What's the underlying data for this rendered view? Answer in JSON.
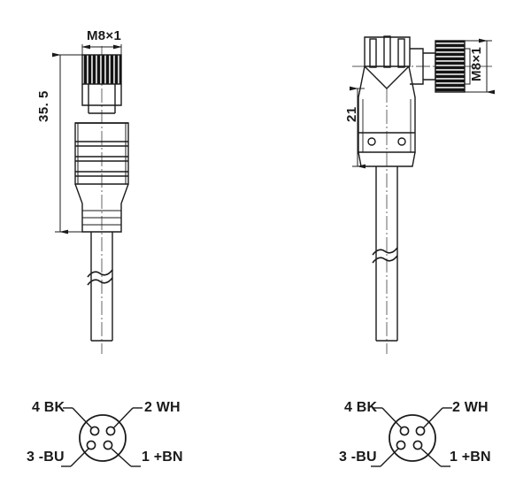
{
  "drawing": {
    "title": "M8 connector cable assembly technical drawing",
    "line_color": "#1a1a1a",
    "fill_color": "#ffffff",
    "knurl_color": "#141414"
  },
  "straight_connector": {
    "name": "straight-m8-connector",
    "thread_label": "M8×1",
    "length_label": "35. 5"
  },
  "angled_connector": {
    "name": "right-angle-m8-connector",
    "thread_label": "M8×1",
    "height_label": "21"
  },
  "pinout_left": {
    "name": "pinout-straight",
    "pins": [
      {
        "id": "pin-4",
        "label": "4  BK",
        "position": "top-left"
      },
      {
        "id": "pin-2",
        "label": "2 WH",
        "position": "top-right"
      },
      {
        "id": "pin-3",
        "label": "3 -BU",
        "position": "bottom-left"
      },
      {
        "id": "pin-1",
        "label": "1 +BN",
        "position": "bottom-right"
      }
    ]
  },
  "pinout_right": {
    "name": "pinout-angled",
    "pins": [
      {
        "id": "pin-4",
        "label": "4  BK",
        "position": "top-left"
      },
      {
        "id": "pin-2",
        "label": "2 WH",
        "position": "top-right"
      },
      {
        "id": "pin-3",
        "label": "3 -BU",
        "position": "bottom-left"
      },
      {
        "id": "pin-1",
        "label": "1 +BN",
        "position": "bottom-right"
      }
    ]
  }
}
